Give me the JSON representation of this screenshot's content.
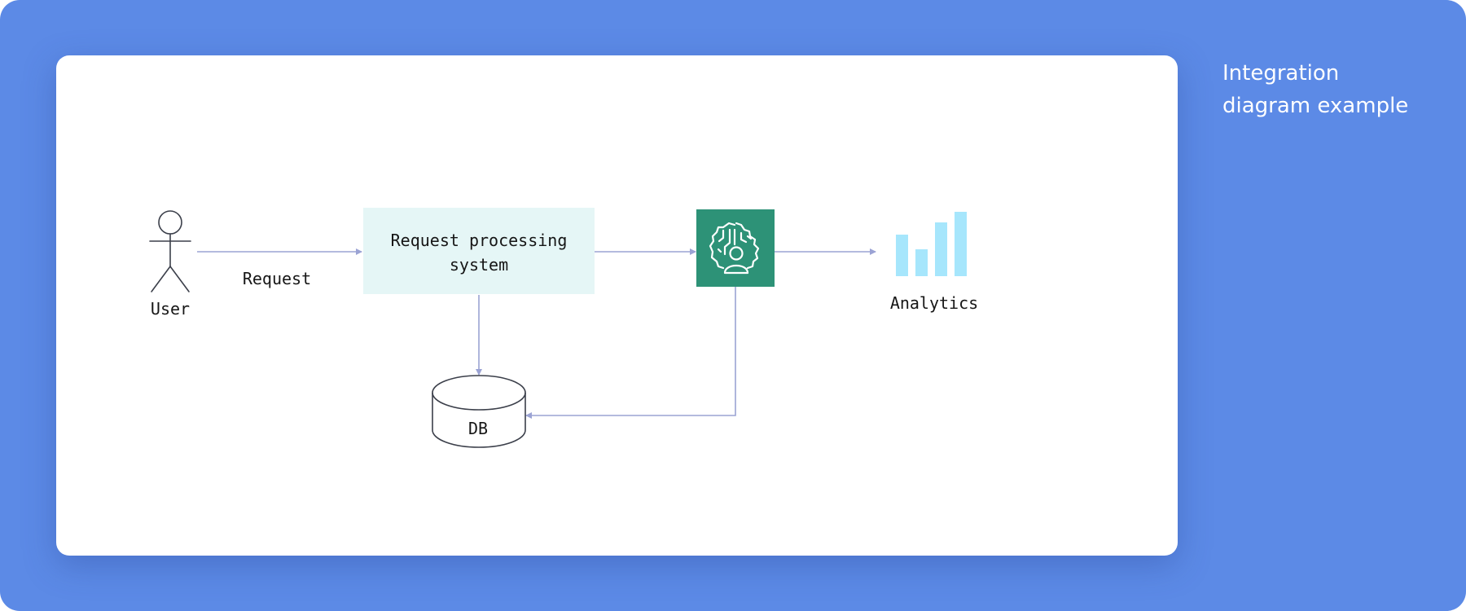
{
  "title": {
    "line1": "Integration",
    "line2": "diagram example"
  },
  "nodes": {
    "user": {
      "label": "User",
      "icon": "user-actor-icon"
    },
    "request_system": {
      "line1": "Request processing",
      "line2": "system"
    },
    "ai_service": {
      "icon": "brain-gear-person-icon"
    },
    "analytics": {
      "label": "Analytics",
      "icon": "bar-chart-icon"
    },
    "db": {
      "label": "DB",
      "icon": "database-cylinder-icon"
    }
  },
  "edges": {
    "user_to_system": {
      "label": "Request"
    }
  },
  "colors": {
    "background": "#5c8ae6",
    "canvas": "#ffffff",
    "process_box": "#e5f6f6",
    "ai_box": "#2d9277",
    "chart_bars": "#a6e6fc",
    "arrow": "#9ba3d4",
    "stroke": "#3b3f4a"
  }
}
